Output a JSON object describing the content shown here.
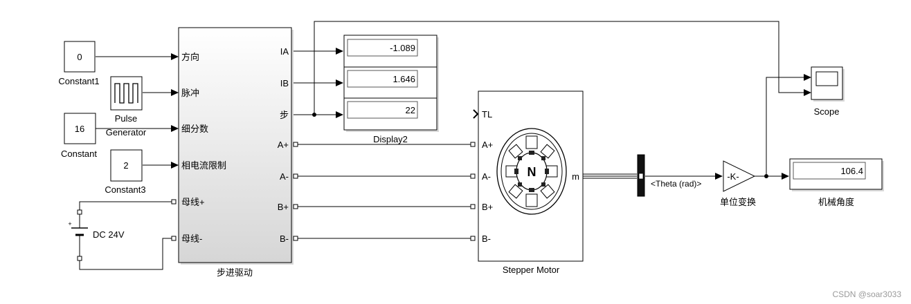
{
  "blocks": {
    "constant1": {
      "value": "0",
      "label": "Constant1"
    },
    "pulse": {
      "label_line1": "Pulse",
      "label_line2": "Generator"
    },
    "constant": {
      "value": "16",
      "label": "Constant"
    },
    "constant3": {
      "value": "2",
      "label": "Constant3"
    },
    "dc_source": {
      "label": "DC 24V",
      "plus": "+"
    },
    "driver": {
      "label": "步进驱动",
      "inputs": [
        "方向",
        "脉冲",
        "细分数",
        "相电流限制",
        "母线+",
        "母线-"
      ],
      "outputs": [
        "IA",
        "IB",
        "步",
        "A+",
        "A-",
        "B+",
        "B-"
      ]
    },
    "display2": {
      "label": "Display2",
      "values": [
        "-1.089",
        "1.646",
        "22"
      ]
    },
    "motor": {
      "label": "Stepper Motor",
      "ports_left": [
        "TL",
        "A+",
        "A-",
        "B+",
        "B-"
      ],
      "port_right": "m",
      "rotor_letter": "N"
    },
    "bus_selector": {
      "signal": "<Theta (rad)>"
    },
    "gain": {
      "text": "-K-",
      "label": "单位变换"
    },
    "scope": {
      "label": "Scope"
    },
    "display_angle": {
      "value": "106.4",
      "label": "机械角度"
    }
  },
  "watermark": "CSDN @soar3033"
}
